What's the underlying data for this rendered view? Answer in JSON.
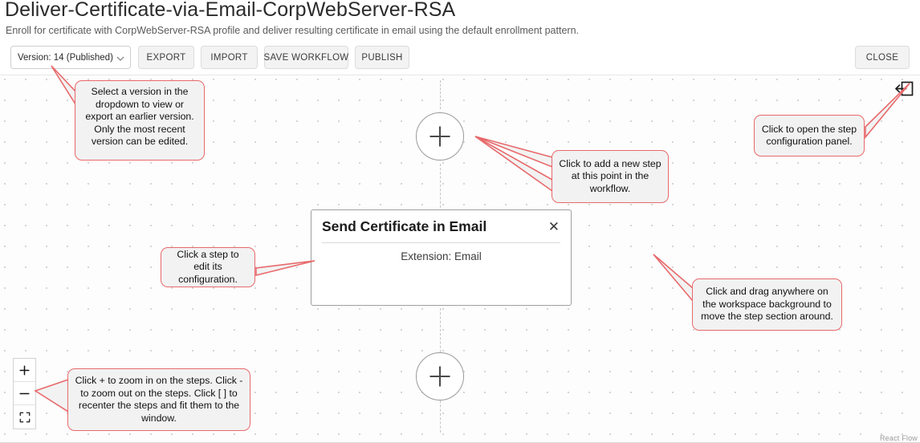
{
  "header": {
    "title": "Deliver-Certificate-via-Email-CorpWebServer-RSA",
    "subtitle": "Enroll for certificate with CorpWebServer-RSA profile and deliver resulting certificate in email using the default enrollment pattern."
  },
  "toolbar": {
    "version_selected": "Version: 14 (Published)",
    "export_label": "EXPORT",
    "import_label": "IMPORT",
    "save_label": "SAVE WORKFLOW",
    "publish_label": "PUBLISH",
    "close_label": "CLOSE"
  },
  "canvas": {
    "add_step_top_label": "+",
    "add_step_bottom_label": "+",
    "attribution": "React Flow",
    "zoom_controls": {
      "zoom_in_label": "+",
      "zoom_out_label": "−",
      "fit_view_label": "[ ]"
    },
    "step": {
      "title": "Send Certificate in Email",
      "close_label": "✕",
      "body": "Extension: Email"
    }
  },
  "annotations": {
    "version": "Select a version in the dropdown to view or export an earlier version. Only the most recent version can be edited.",
    "add_step": "Click to add a new step at this point in the workflow.",
    "open_config_panel": "Click to open the step configuration panel.",
    "edit_step": "Click a step to edit its configuration.",
    "drag_workspace": "Click and drag anywhere on the workspace background to move the step section around.",
    "zoom_controls": "Click + to zoom in on the steps. Click - to zoom out on the steps. Click [ ] to recenter the steps and fit them to the window."
  },
  "colors": {
    "annotation_border": "#e8696b",
    "annotation_fill": "#f2f2f2",
    "canvas_bg": "#fdfdfd",
    "dot_grid": "#d4d4d4"
  }
}
